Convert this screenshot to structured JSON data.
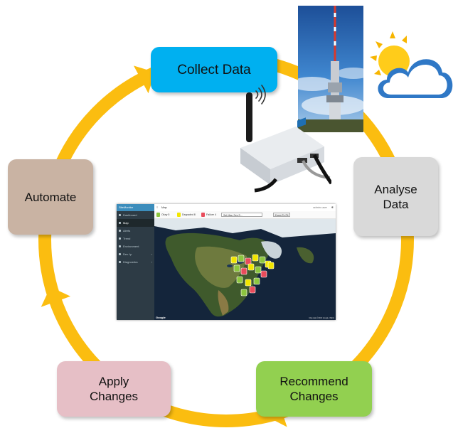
{
  "cycle": {
    "ring_color": "#fbbd10",
    "steps": [
      {
        "id": "collect",
        "label": "Collect Data",
        "color": "#00b0f0"
      },
      {
        "id": "analyse",
        "label": "Analyse\nData",
        "color": "#d9d9d9"
      },
      {
        "id": "recommend",
        "label": "Recommend\nChanges",
        "color": "#92d050"
      },
      {
        "id": "apply",
        "label": "Apply\nChanges",
        "color": "#e6bfc6"
      },
      {
        "id": "automate",
        "label": "Automate",
        "color": "#c9b3a3"
      }
    ]
  },
  "dashboard": {
    "brand": "SiteMonitor",
    "title": "Map",
    "user": "admin user",
    "nav": [
      {
        "label": "Dashboard",
        "active": false
      },
      {
        "label": "Map",
        "active": true
      },
      {
        "label": "Alerts",
        "active": false
      },
      {
        "label": "Trend",
        "active": false
      },
      {
        "label": "Environment",
        "active": false
      },
      {
        "label": "Dev. Ip",
        "active": false
      },
      {
        "label": "Diagnostics",
        "active": false
      }
    ],
    "legend": [
      {
        "label": "Okay 5",
        "color": "#8dc63f"
      },
      {
        "label": "Degraded 8",
        "color": "#f2e600"
      },
      {
        "label": "Failure 4",
        "color": "#e84c5b"
      }
    ],
    "site_select": "Set Map Sys S...",
    "zoom_button": "Zoom To Fit",
    "map_logo": "Google",
    "map_copyright": "Map data ©2016 Google, INEGI"
  }
}
